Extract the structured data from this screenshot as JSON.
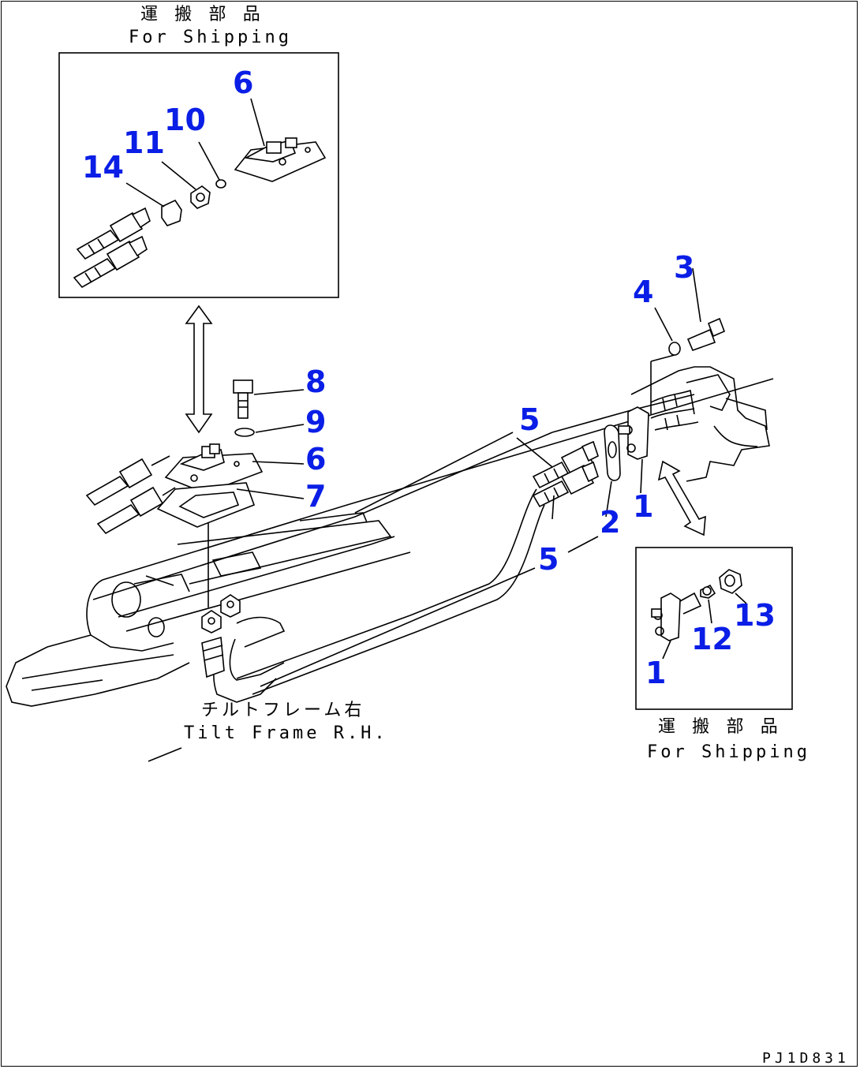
{
  "inset_top": {
    "caption_jp": "運 搬 部 品",
    "caption_en": "For Shipping"
  },
  "inset_bottom": {
    "caption_jp": "運 搬 部 品",
    "caption_en": "For Shipping"
  },
  "frame_caption": {
    "jp": "チルトフレーム右",
    "en": "Tilt Frame R.H."
  },
  "drawing_code": "PJ1D831",
  "callouts": {
    "c6_top": "6",
    "c10": "10",
    "c11": "11",
    "c14": "14",
    "c3": "3",
    "c4": "4",
    "c8": "8",
    "c9": "9",
    "c5_upper": "5",
    "c6_mid": "6",
    "c7": "7",
    "c1_main": "1",
    "c2": "2",
    "c5_lower": "5",
    "c13": "13",
    "c12": "12",
    "c1_inset": "1"
  },
  "colors": {
    "callout": "#0a1ee6",
    "line": "#000000",
    "background": "#ffffff"
  }
}
